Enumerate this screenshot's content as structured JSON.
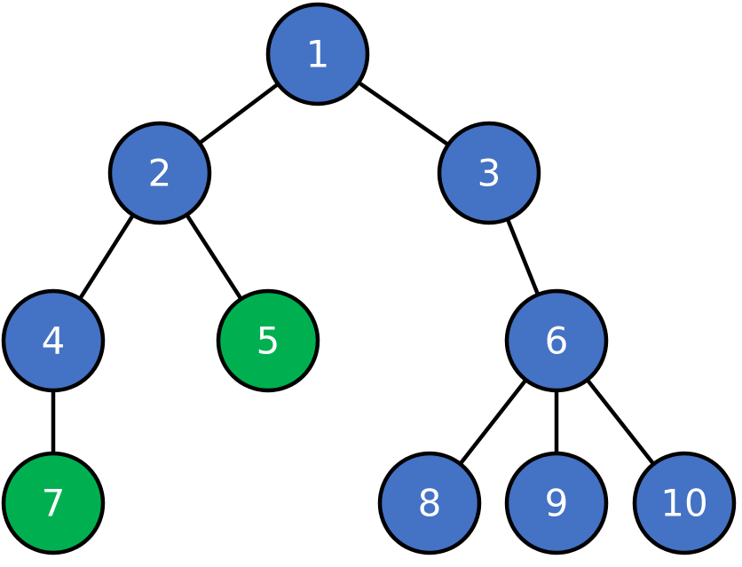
{
  "colors": {
    "default_node": "#4472C4",
    "highlight_node": "#00B050",
    "stroke": "#000000",
    "label": "#ffffff"
  },
  "nodes": [
    {
      "id": "1",
      "label": "1",
      "highlighted": false
    },
    {
      "id": "2",
      "label": "2",
      "highlighted": false
    },
    {
      "id": "3",
      "label": "3",
      "highlighted": false
    },
    {
      "id": "4",
      "label": "4",
      "highlighted": false
    },
    {
      "id": "5",
      "label": "5",
      "highlighted": true
    },
    {
      "id": "6",
      "label": "6",
      "highlighted": false
    },
    {
      "id": "7",
      "label": "7",
      "highlighted": true
    },
    {
      "id": "8",
      "label": "8",
      "highlighted": false
    },
    {
      "id": "9",
      "label": "9",
      "highlighted": false
    },
    {
      "id": "10",
      "label": "10",
      "highlighted": false
    }
  ],
  "edges": [
    {
      "from": "1",
      "to": "2"
    },
    {
      "from": "1",
      "to": "3"
    },
    {
      "from": "2",
      "to": "4"
    },
    {
      "from": "2",
      "to": "5"
    },
    {
      "from": "3",
      "to": "6"
    },
    {
      "from": "4",
      "to": "7"
    },
    {
      "from": "6",
      "to": "8"
    },
    {
      "from": "6",
      "to": "9"
    },
    {
      "from": "6",
      "to": "10"
    }
  ]
}
